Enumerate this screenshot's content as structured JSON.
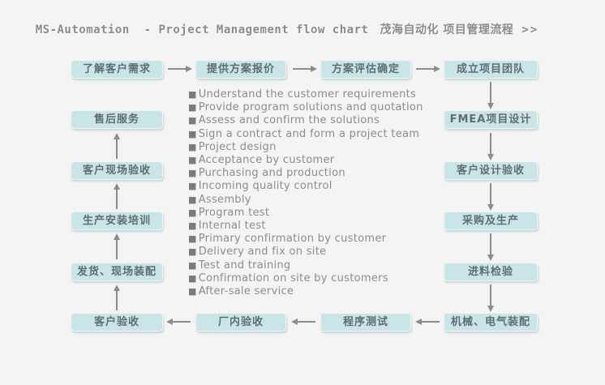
{
  "title": {
    "text_en": "MS-Automation  - Project Management flow chart",
    "text_zh": "茂海自动化 项目管理流程",
    "more_link": ">>"
  },
  "flowchart": {
    "top_row": [
      "了解客户需求",
      "提供方案报价",
      "方案评估确定",
      "成立项目团队"
    ],
    "right_column_downward": [
      "FMEA项目设计",
      "客户设计验收",
      "采购及生产",
      "进料检验",
      "机械、电气装配"
    ],
    "bottom_row_leftward": [
      "程序测试",
      "厂内验收",
      "客户验收"
    ],
    "left_column_upward": [
      "发货、现场装配",
      "生产安装培训",
      "客户现场验收",
      "售后服务"
    ]
  },
  "process_list": {
    "bullet": "■",
    "items": [
      "Understand the customer requirements",
      "Provide program solutions and quotation",
      "Assess and confirm the solutions",
      "Sign a contract and form a project team",
      "Project design",
      "Acceptance by customer",
      "Purchasing and production",
      "Incoming quality control",
      "Assembly",
      "Program test",
      "Internal test",
      "Primary confirmation by customer",
      "Delivery and fix on site",
      "Test and training",
      "Confirmation on site by customers",
      "After-sale service"
    ]
  },
  "colors": {
    "background": "#f4f4f4",
    "box_fill": "#c9e5e8",
    "box_text": "#5e6e71",
    "arrow": "#8c8c8c",
    "list_text": "#8c8c8c",
    "title_text": "#8b8b8b"
  }
}
